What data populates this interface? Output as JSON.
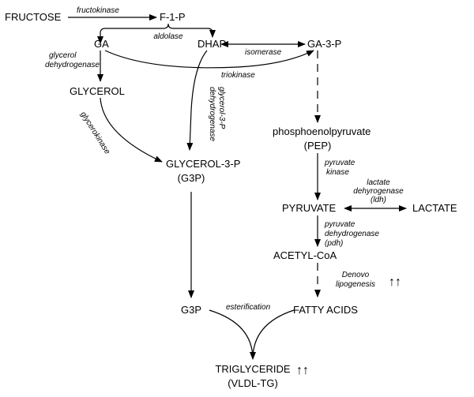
{
  "nodes": {
    "fructose": "FRUCTOSE",
    "f1p": "F-1-P",
    "ga": "GA",
    "dhap": "DHAP",
    "ga3p": "GA-3-P",
    "glycerol": "GLYCEROL",
    "glycerol3p_line1": "GLYCEROL-3-P",
    "glycerol3p_line2": "(G3P)",
    "pep_line1": "phosphoenolpyruvate",
    "pep_line2": "(PEP)",
    "pyruvate": "PYRUVATE",
    "lactate": "LACTATE",
    "acetylcoa": "ACETYL-CoA",
    "g3p": "G3P",
    "fatty_acids": "FATTY ACIDS",
    "triglyceride_line1": "TRIGLYCERIDE",
    "triglyceride_line2": "(VLDL-TG)"
  },
  "enzymes": {
    "fructokinase": "fructokinase",
    "aldolase": "aldolase",
    "isomerase": "isomerase",
    "triokinase": "triokinase",
    "glycerol_dh_1": "glycerol",
    "glycerol_dh_2": "dehydrogenase",
    "glycerokinase": "glycerokinase",
    "g3p_dh_1": "glycerol-3-P",
    "g3p_dh_2": "dehydrogenase",
    "pyruvate_kinase_1": "pyruvate",
    "pyruvate_kinase_2": "kinase",
    "ldh_1": "lactate",
    "ldh_2": "dehyrogenase",
    "ldh_3": "(ldh)",
    "pdh_1": "pyruvate",
    "pdh_2": "dehydrogenase",
    "pdh_3": "(pdh)",
    "denovo_1": "Denovo",
    "denovo_2": "lipogenesis",
    "esterification": "esterification"
  },
  "indicators": {
    "lipogenesis_arrows": "↑↑",
    "triglyceride_arrows": "↑↑"
  }
}
